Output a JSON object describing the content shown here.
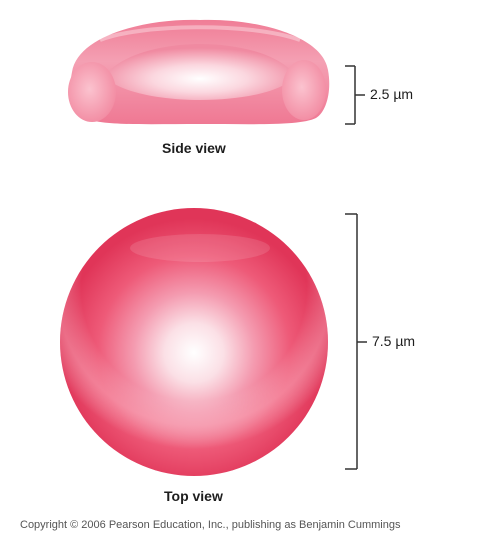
{
  "figure": {
    "side_view": {
      "label": "Side view",
      "measurement": "2.5 µm"
    },
    "top_view": {
      "label": "Top view",
      "measurement": "7.5 µm"
    },
    "copyright": "Copyright © 2006 Pearson Education, Inc., publishing as Benjamin Cummings"
  },
  "colors": {
    "cell_light": "#ffffff",
    "cell_mid": "#f29aae",
    "cell_red": "#ec4a6a",
    "cell_dark": "#d8284b",
    "bracket": "#333333"
  }
}
